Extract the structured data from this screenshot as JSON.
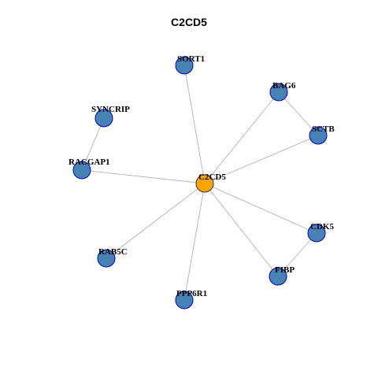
{
  "title": "C2CD5",
  "colors": {
    "center": "#FFA500",
    "node": "#4682B4",
    "node_border": "#0000CC",
    "edge": "#AAAAAA"
  },
  "nodes": [
    {
      "id": "C2CD5",
      "label": "C2CD5",
      "role": "center"
    },
    {
      "id": "SORT1",
      "label": "SORT1",
      "role": "neighbor"
    },
    {
      "id": "BAG6",
      "label": "BAG6",
      "role": "neighbor"
    },
    {
      "id": "SCTB",
      "label": "SCTB",
      "role": "neighbor"
    },
    {
      "id": "SYNCRIP",
      "label": "SYNCRIP",
      "role": "neighbor"
    },
    {
      "id": "RACGAP1",
      "label": "RACGAP1",
      "role": "neighbor"
    },
    {
      "id": "CDK5",
      "label": "CDK5",
      "role": "neighbor"
    },
    {
      "id": "FIBP",
      "label": "FIBP",
      "role": "neighbor"
    },
    {
      "id": "RAB5C",
      "label": "RAB5C",
      "role": "neighbor"
    },
    {
      "id": "PPP6R1",
      "label": "PPP6R1",
      "role": "neighbor"
    }
  ],
  "edges": [
    [
      "C2CD5",
      "SORT1"
    ],
    [
      "C2CD5",
      "BAG6"
    ],
    [
      "C2CD5",
      "SCTB"
    ],
    [
      "C2CD5",
      "RACGAP1"
    ],
    [
      "C2CD5",
      "CDK5"
    ],
    [
      "C2CD5",
      "FIBP"
    ],
    [
      "C2CD5",
      "RAB5C"
    ],
    [
      "C2CD5",
      "PPP6R1"
    ],
    [
      "BAG6",
      "SCTB"
    ],
    [
      "SYNCRIP",
      "RACGAP1"
    ],
    [
      "CDK5",
      "FIBP"
    ]
  ]
}
